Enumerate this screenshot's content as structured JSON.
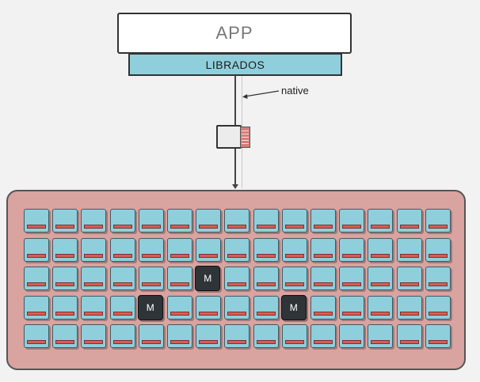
{
  "app": {
    "label": "APP"
  },
  "librados": {
    "label": "LIBRADOS"
  },
  "connection": {
    "label": "native"
  },
  "cluster": {
    "rows": 5,
    "cols": 15,
    "monitor_label": "M",
    "monitors": [
      {
        "row": 2,
        "col": 6
      },
      {
        "row": 3,
        "col": 4
      },
      {
        "row": 3,
        "col": 9
      }
    ]
  },
  "colors": {
    "librados": "#8fcfdc",
    "cluster": "#d9a3a0",
    "osd": "#8fcfdc",
    "disk": "#d95c55",
    "monitor": "#2e3438"
  }
}
